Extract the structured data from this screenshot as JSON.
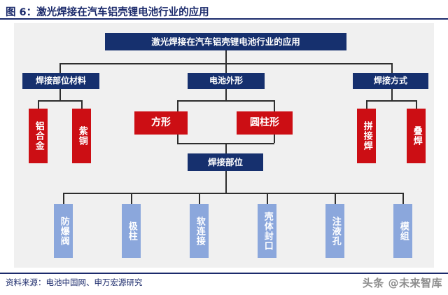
{
  "figure": {
    "title": "图 6：激光焊接在汽车铝壳锂电池行业的应用",
    "source_label": "资料来源：电池中国网、申万宏源研究",
    "watermark": "头条 @未来智库"
  },
  "colors": {
    "navy": "#16306e",
    "title_navy": "#1b2a6b",
    "red": "#cc0e14",
    "light_blue": "#8ba7dc",
    "panel_bg": "#f0f0f0",
    "connector": "#2e2e2e",
    "watermark_gray": "#8d8d8d"
  },
  "diagram": {
    "type": "tree",
    "root": {
      "label": "激光焊接在汽车铝壳锂电池行业的应用",
      "style": "navy"
    },
    "level2": [
      {
        "label": "焊接部位材料",
        "style": "navy"
      },
      {
        "label": "电池外形",
        "style": "navy"
      },
      {
        "label": "焊接方式",
        "style": "navy"
      }
    ],
    "materials": [
      {
        "label": "铝合金",
        "style": "red",
        "orientation": "vertical"
      },
      {
        "label": "紫铜",
        "style": "red",
        "orientation": "vertical"
      }
    ],
    "shapes": [
      {
        "label": "方形",
        "style": "red",
        "orientation": "horizontal"
      },
      {
        "label": "圆柱形",
        "style": "red",
        "orientation": "horizontal"
      }
    ],
    "weld_methods": [
      {
        "label": "拼接焊",
        "style": "red",
        "orientation": "vertical"
      },
      {
        "label": "叠焊",
        "style": "red",
        "orientation": "vertical"
      }
    ],
    "weld_position": {
      "label": "焊接部位",
      "style": "navy"
    },
    "weld_parts": [
      {
        "label": "防爆阀",
        "style": "light-blue",
        "orientation": "vertical"
      },
      {
        "label": "极柱",
        "style": "light-blue",
        "orientation": "vertical"
      },
      {
        "label": "软连接",
        "style": "light-blue",
        "orientation": "vertical"
      },
      {
        "label": "壳体封口",
        "style": "light-blue",
        "orientation": "vertical"
      },
      {
        "label": "注液孔",
        "style": "light-blue",
        "orientation": "vertical"
      },
      {
        "label": "模组",
        "style": "light-blue",
        "orientation": "vertical"
      }
    ]
  }
}
